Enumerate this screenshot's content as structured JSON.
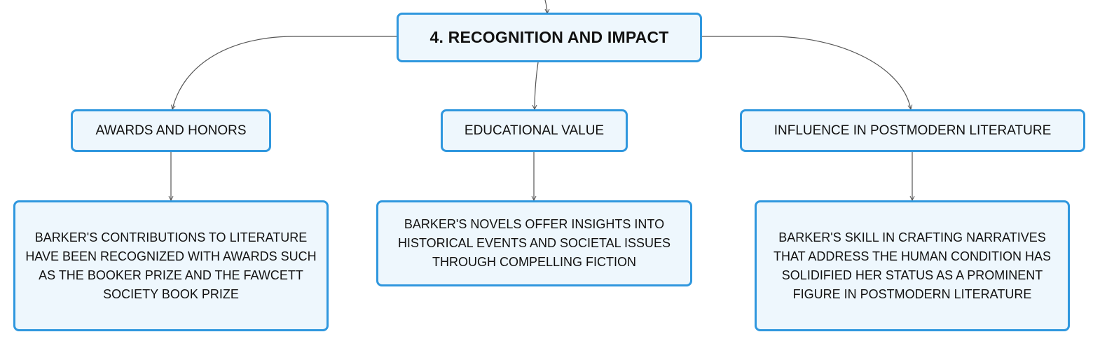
{
  "diagram": {
    "root": {
      "label": "4. RECOGNITION AND IMPACT"
    },
    "branches": [
      {
        "label": "AWARDS AND HONORS",
        "detail": "BARKER'S CONTRIBUTIONS TO LITERATURE HAVE BEEN RECOGNIZED WITH AWARDS SUCH AS THE BOOKER PRIZE AND THE FAWCETT SOCIETY BOOK PRIZE"
      },
      {
        "label": "EDUCATIONAL VALUE",
        "detail": "BARKER'S NOVELS OFFER INSIGHTS INTO HISTORICAL EVENTS AND SOCIETAL ISSUES THROUGH COMPELLING FICTION"
      },
      {
        "label": "INFLUENCE IN POSTMODERN LITERATURE",
        "detail": "BARKER'S SKILL IN CRAFTING NARRATIVES THAT ADDRESS THE HUMAN CONDITION HAS SOLIDIFIED HER STATUS AS A PROMINENT FIGURE IN POSTMODERN LITERATURE"
      }
    ],
    "colors": {
      "node_border": "#2f97de",
      "node_fill": "#eef7fd",
      "connector": "#555555"
    }
  }
}
